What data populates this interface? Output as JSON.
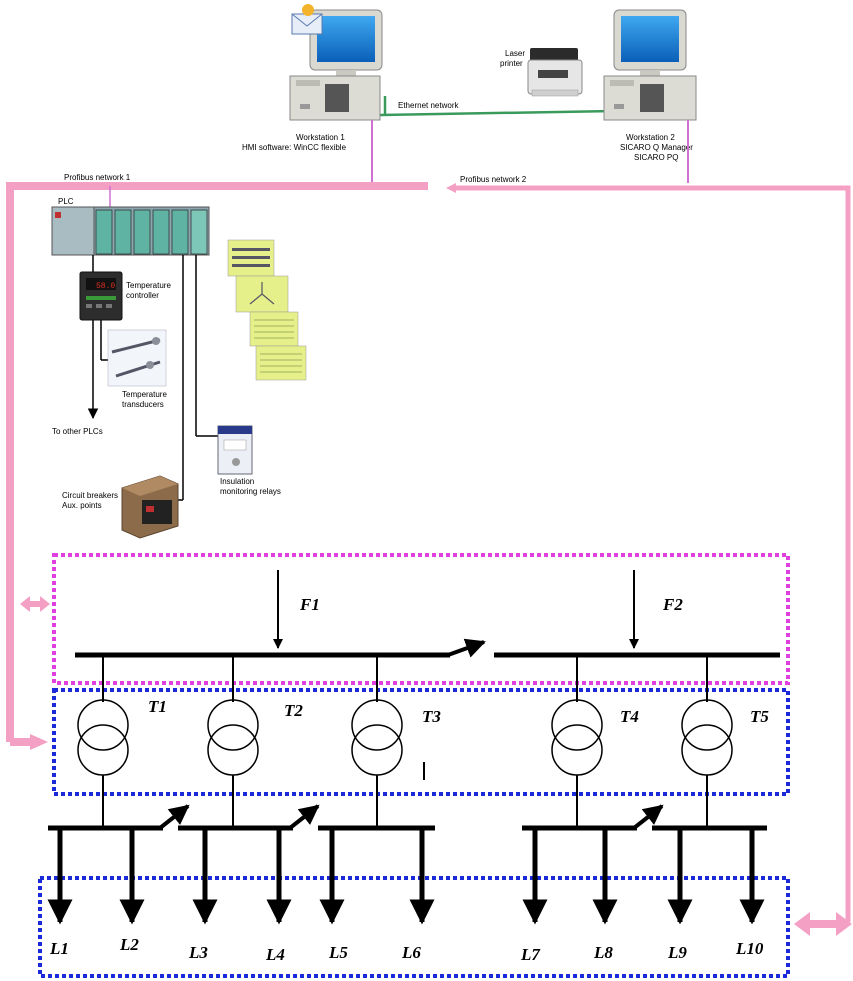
{
  "texts": {
    "ethernet": "Ethernet network",
    "laser_printer_1": "Laser",
    "laser_printer_2": "printer",
    "ws1_line1": "Workstation 1",
    "ws1_line2": "HMI software: WinCC flexible",
    "ws2_line1": "Workstation 2",
    "ws2_line2": "SICARO Q Manager",
    "ws2_line3": "SICARO PQ",
    "profibus1": "Profibus network 1",
    "profibus2": "Profibus network 2",
    "plc": "PLC",
    "temp_controller_1": "Temperature",
    "temp_controller_2": "controller",
    "temp_transducers_1": "Temperature",
    "temp_transducers_2": "transducers",
    "to_other_plcs": "To other PLCs",
    "cb_1": "Circuit breakers",
    "cb_2": "Aux. points",
    "imr_1": "Insulation",
    "imr_2": "monitoring relays",
    "controller_display": "58.0"
  },
  "feeders": [
    "F1",
    "F2"
  ],
  "transformers": [
    "T1",
    "T2",
    "T3",
    "T4",
    "T5"
  ],
  "loads": [
    "L1",
    "L2",
    "L3",
    "L4",
    "L5",
    "L6",
    "L7",
    "L8",
    "L9",
    "L10"
  ],
  "colors": {
    "profibus": "#f4a0c4",
    "ethernet": "#3a9a5c",
    "station_link": "#d070d0",
    "feeder_box": "#e040e0",
    "transformer_box": "#1a2ad8",
    "load_box": "#1a2ad8",
    "plc_module": "#5fb3a3"
  },
  "icons": [
    "mail-icon",
    "computer-icon",
    "printer-icon",
    "plc-icon",
    "controller-icon",
    "transducer-icon",
    "screen-thumbnail-icon",
    "relay-icon",
    "breaker-icon"
  ]
}
